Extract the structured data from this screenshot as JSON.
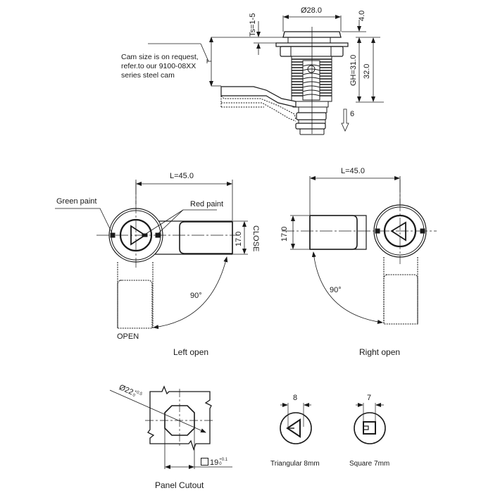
{
  "top_view": {
    "note": "Cam size is on request, refer.to our 9100-08XX series steel cam",
    "dim_diameter": "Ø28.0",
    "dim_ts": "Ts=1-5",
    "dim_head": "4.0",
    "dim_gh": "GH=31.0",
    "dim_total": "32.0",
    "dim_drop": "6"
  },
  "left_open": {
    "dim_length": "L=45.0",
    "dim_width": "17.0",
    "label_green": "Green paint",
    "label_red": "Red paint",
    "label_close": "CLOSE",
    "label_open": "OPEN",
    "angle": "90°",
    "caption": "Left open"
  },
  "right_open": {
    "dim_length": "L=45.0",
    "dim_width": "17.0",
    "angle": "90°",
    "caption": "Right open"
  },
  "panel_cutout": {
    "dim_diameter": "Ø22",
    "dim_diameter_tol_upper": "+0.5",
    "dim_diameter_tol_lower": "0",
    "dim_square": "19",
    "dim_square_tol_upper": "+0.1",
    "dim_square_tol_lower": "0",
    "caption": "Panel Cutout"
  },
  "key_types": [
    {
      "dim": "8",
      "caption": "Triangular 8mm",
      "icon": "triangle-key-icon"
    },
    {
      "dim": "7",
      "caption": "Square 7mm",
      "icon": "square-key-icon"
    }
  ]
}
